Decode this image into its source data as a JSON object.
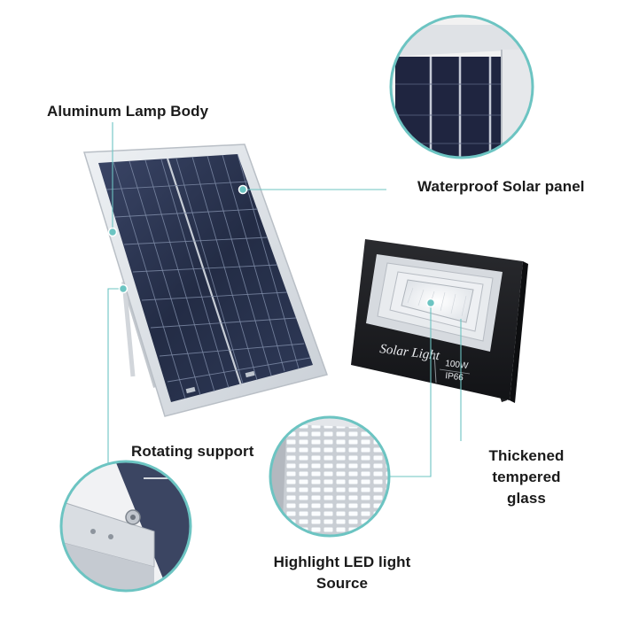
{
  "callouts": {
    "lamp_body": "Aluminum Lamp Body",
    "solar_panel": "Waterproof Solar panel",
    "rotating_support": "Rotating support",
    "tempered_glass_line1": "Thickened tempered",
    "tempered_glass_line2": "glass",
    "led_source_line1": "Highlight LED light",
    "led_source_line2": "Source"
  },
  "lamp_printing": {
    "brand": "Solar Light",
    "wattage": "100W",
    "rating": "IP66"
  },
  "colors": {
    "callout_line": "#6cc4c2",
    "panel_cell": "#2b3550",
    "panel_frame": "#d8dde3",
    "lamp_housing": "#1c1d20"
  }
}
